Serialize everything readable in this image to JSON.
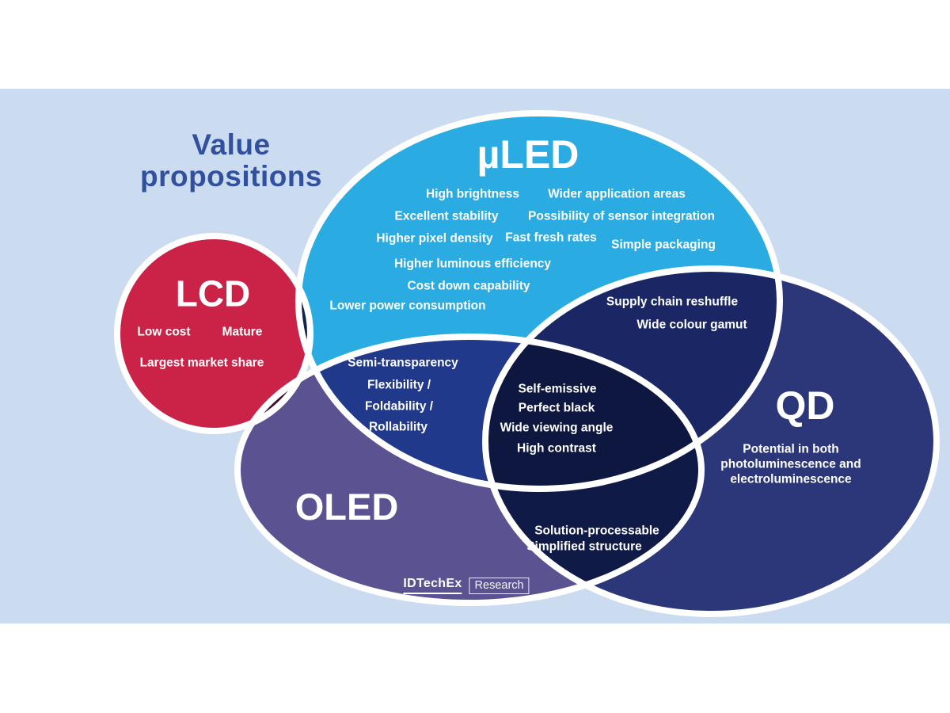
{
  "canvas": {
    "page_bg": "#FFFFFF",
    "board_bg": "#CBDCF1",
    "outline": "#FFFFFF"
  },
  "title": {
    "text": "Value propositions",
    "color": "#31519E"
  },
  "sets": {
    "muled": {
      "label": "µLED",
      "color": "#2AACE3",
      "items": {
        "high_brightness": "High brightness",
        "wider_application_areas": "Wider application areas",
        "excellent_stability": "Excellent stability",
        "possibility_of_sensor_integration": "Possibility of sensor integration",
        "higher_pixel_density": "Higher pixel density",
        "fast_fresh_rates": "Fast fresh rates",
        "simple_packaging": "Simple packaging",
        "higher_luminous_efficiency": "Higher luminous efficiency",
        "cost_down_capability": "Cost down capability",
        "lower_power_consumption": "Lower power consumption"
      }
    },
    "lcd": {
      "label": "LCD",
      "color": "#CB2347",
      "items": {
        "low_cost": "Low cost",
        "mature": "Mature",
        "largest_market_share": "Largest market share"
      }
    },
    "oled": {
      "label": "OLED",
      "color": "#5A5291"
    },
    "qd": {
      "label": "QD",
      "color": "#2B3778",
      "items": {
        "potential": "Potential in both photoluminescence and electroluminescence"
      }
    }
  },
  "overlaps": {
    "muled_oled": {
      "color": "#21398B",
      "items": {
        "semi_transparency": "Semi-transparency",
        "flexibility": "Flexibility /",
        "foldability": "Foldability /",
        "rollability": "Rollability"
      }
    },
    "muled_qd": {
      "color": "#1B2765",
      "items": {
        "supply_chain_reshuffle": "Supply chain reshuffle",
        "wide_colour_gamut": "Wide colour gamut"
      }
    },
    "oled_qd": {
      "color": "#101A46",
      "items": {
        "solution_processable": "Solution-processable",
        "simplified_structure": "Simplified structure"
      }
    },
    "muled_oled_qd": {
      "color": "#0D173F",
      "items": {
        "self_emissive": "Self-emissive",
        "perfect_black": "Perfect black",
        "wide_viewing_angle": "Wide viewing angle",
        "high_contrast": "High contrast"
      }
    },
    "lcd_muled": {
      "color": "#12234A"
    },
    "lcd_oled": {
      "color": "#401031"
    }
  },
  "logo": {
    "brand": "IDTechEx",
    "label": "Research"
  }
}
